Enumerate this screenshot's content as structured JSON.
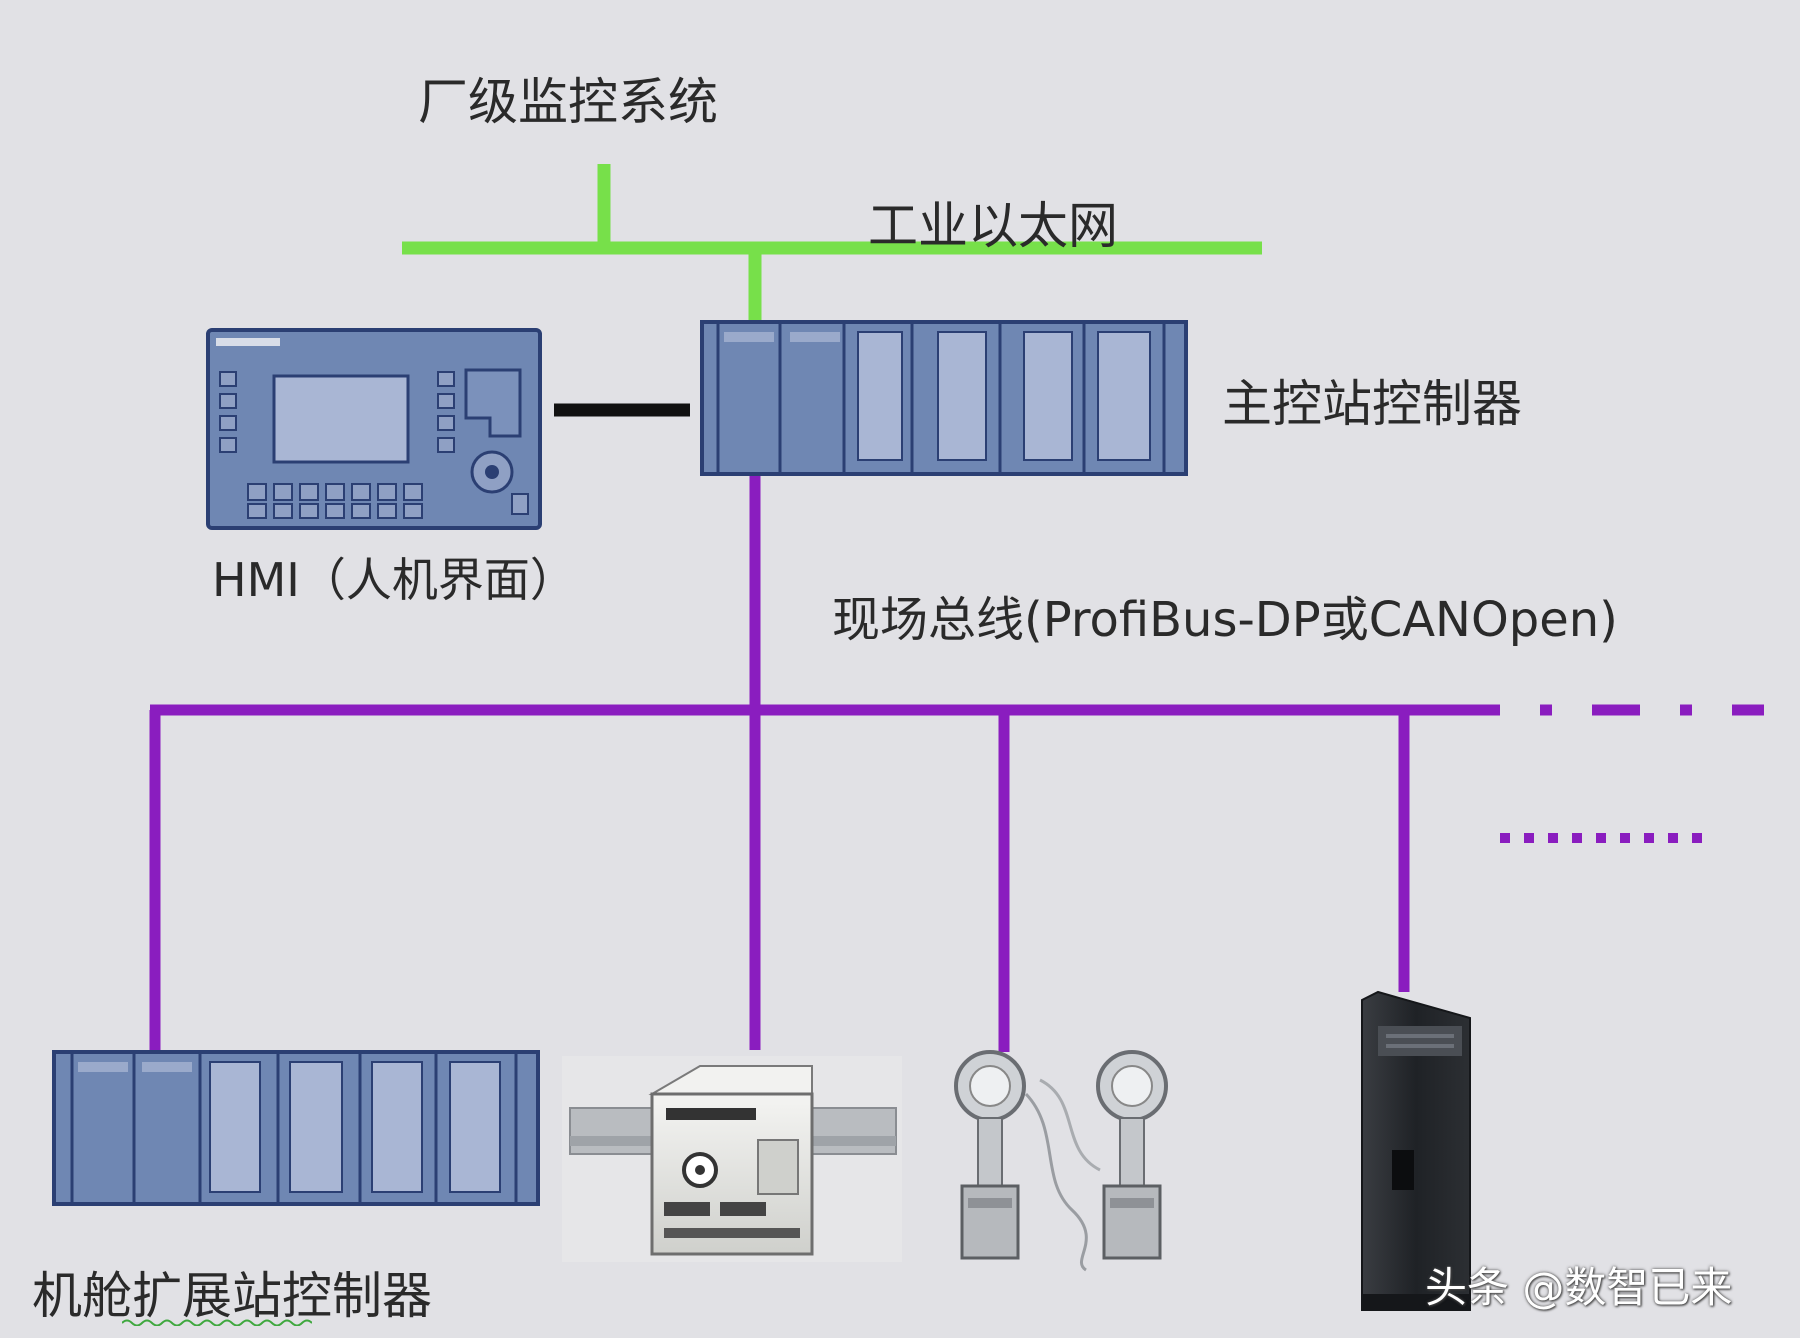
{
  "labels": {
    "plant_monitoring": "厂级监控系统",
    "industrial_ethernet": "工业以太网",
    "master_controller": "主控站控制器",
    "hmi": "HMI（人机界面）",
    "fieldbus": "现场总线(ProfiBus-DP或CANOpen)",
    "nacelle_controller": "机舱扩展站控制器"
  },
  "watermark": "头条 @数智已来",
  "colors": {
    "background": "#e1e1e5",
    "ethernet_line": "#77e04a",
    "fieldbus_line": "#8a1dbf",
    "hmi_link": "#111111",
    "module_face": "#6f87b3",
    "module_border": "#2b3f73",
    "module_window": "#a9b6d4"
  },
  "icons": [
    "hmi-panel-icon",
    "plc-rack-icon",
    "relay-device-icon",
    "flowmeter-icon",
    "drive-cabinet-icon"
  ]
}
